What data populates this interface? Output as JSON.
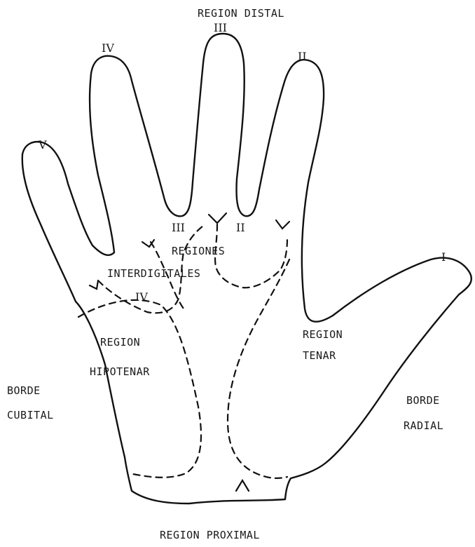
{
  "labels": {
    "region_distal": "REGION DISTAL",
    "region_proximal": "REGION PROXIMAL",
    "regiones": "REGIONES",
    "interdigitales": "INTERDIGITALES",
    "region_hipotenar_1": "REGION",
    "region_hipotenar_2": "HIPOTENAR",
    "region_tenar_1": "REGION",
    "region_tenar_2": "TENAR",
    "borde_cubital_1": "BORDE",
    "borde_cubital_2": "CUBITAL",
    "borde_radial_1": "BORDE",
    "borde_radial_2": "RADIAL"
  },
  "fingers": {
    "i": "I",
    "ii": "II",
    "iii": "III",
    "iv": "IV",
    "v": "V"
  },
  "interdigital_zones": {
    "ii": "II",
    "iii": "III",
    "iv": "IV"
  }
}
